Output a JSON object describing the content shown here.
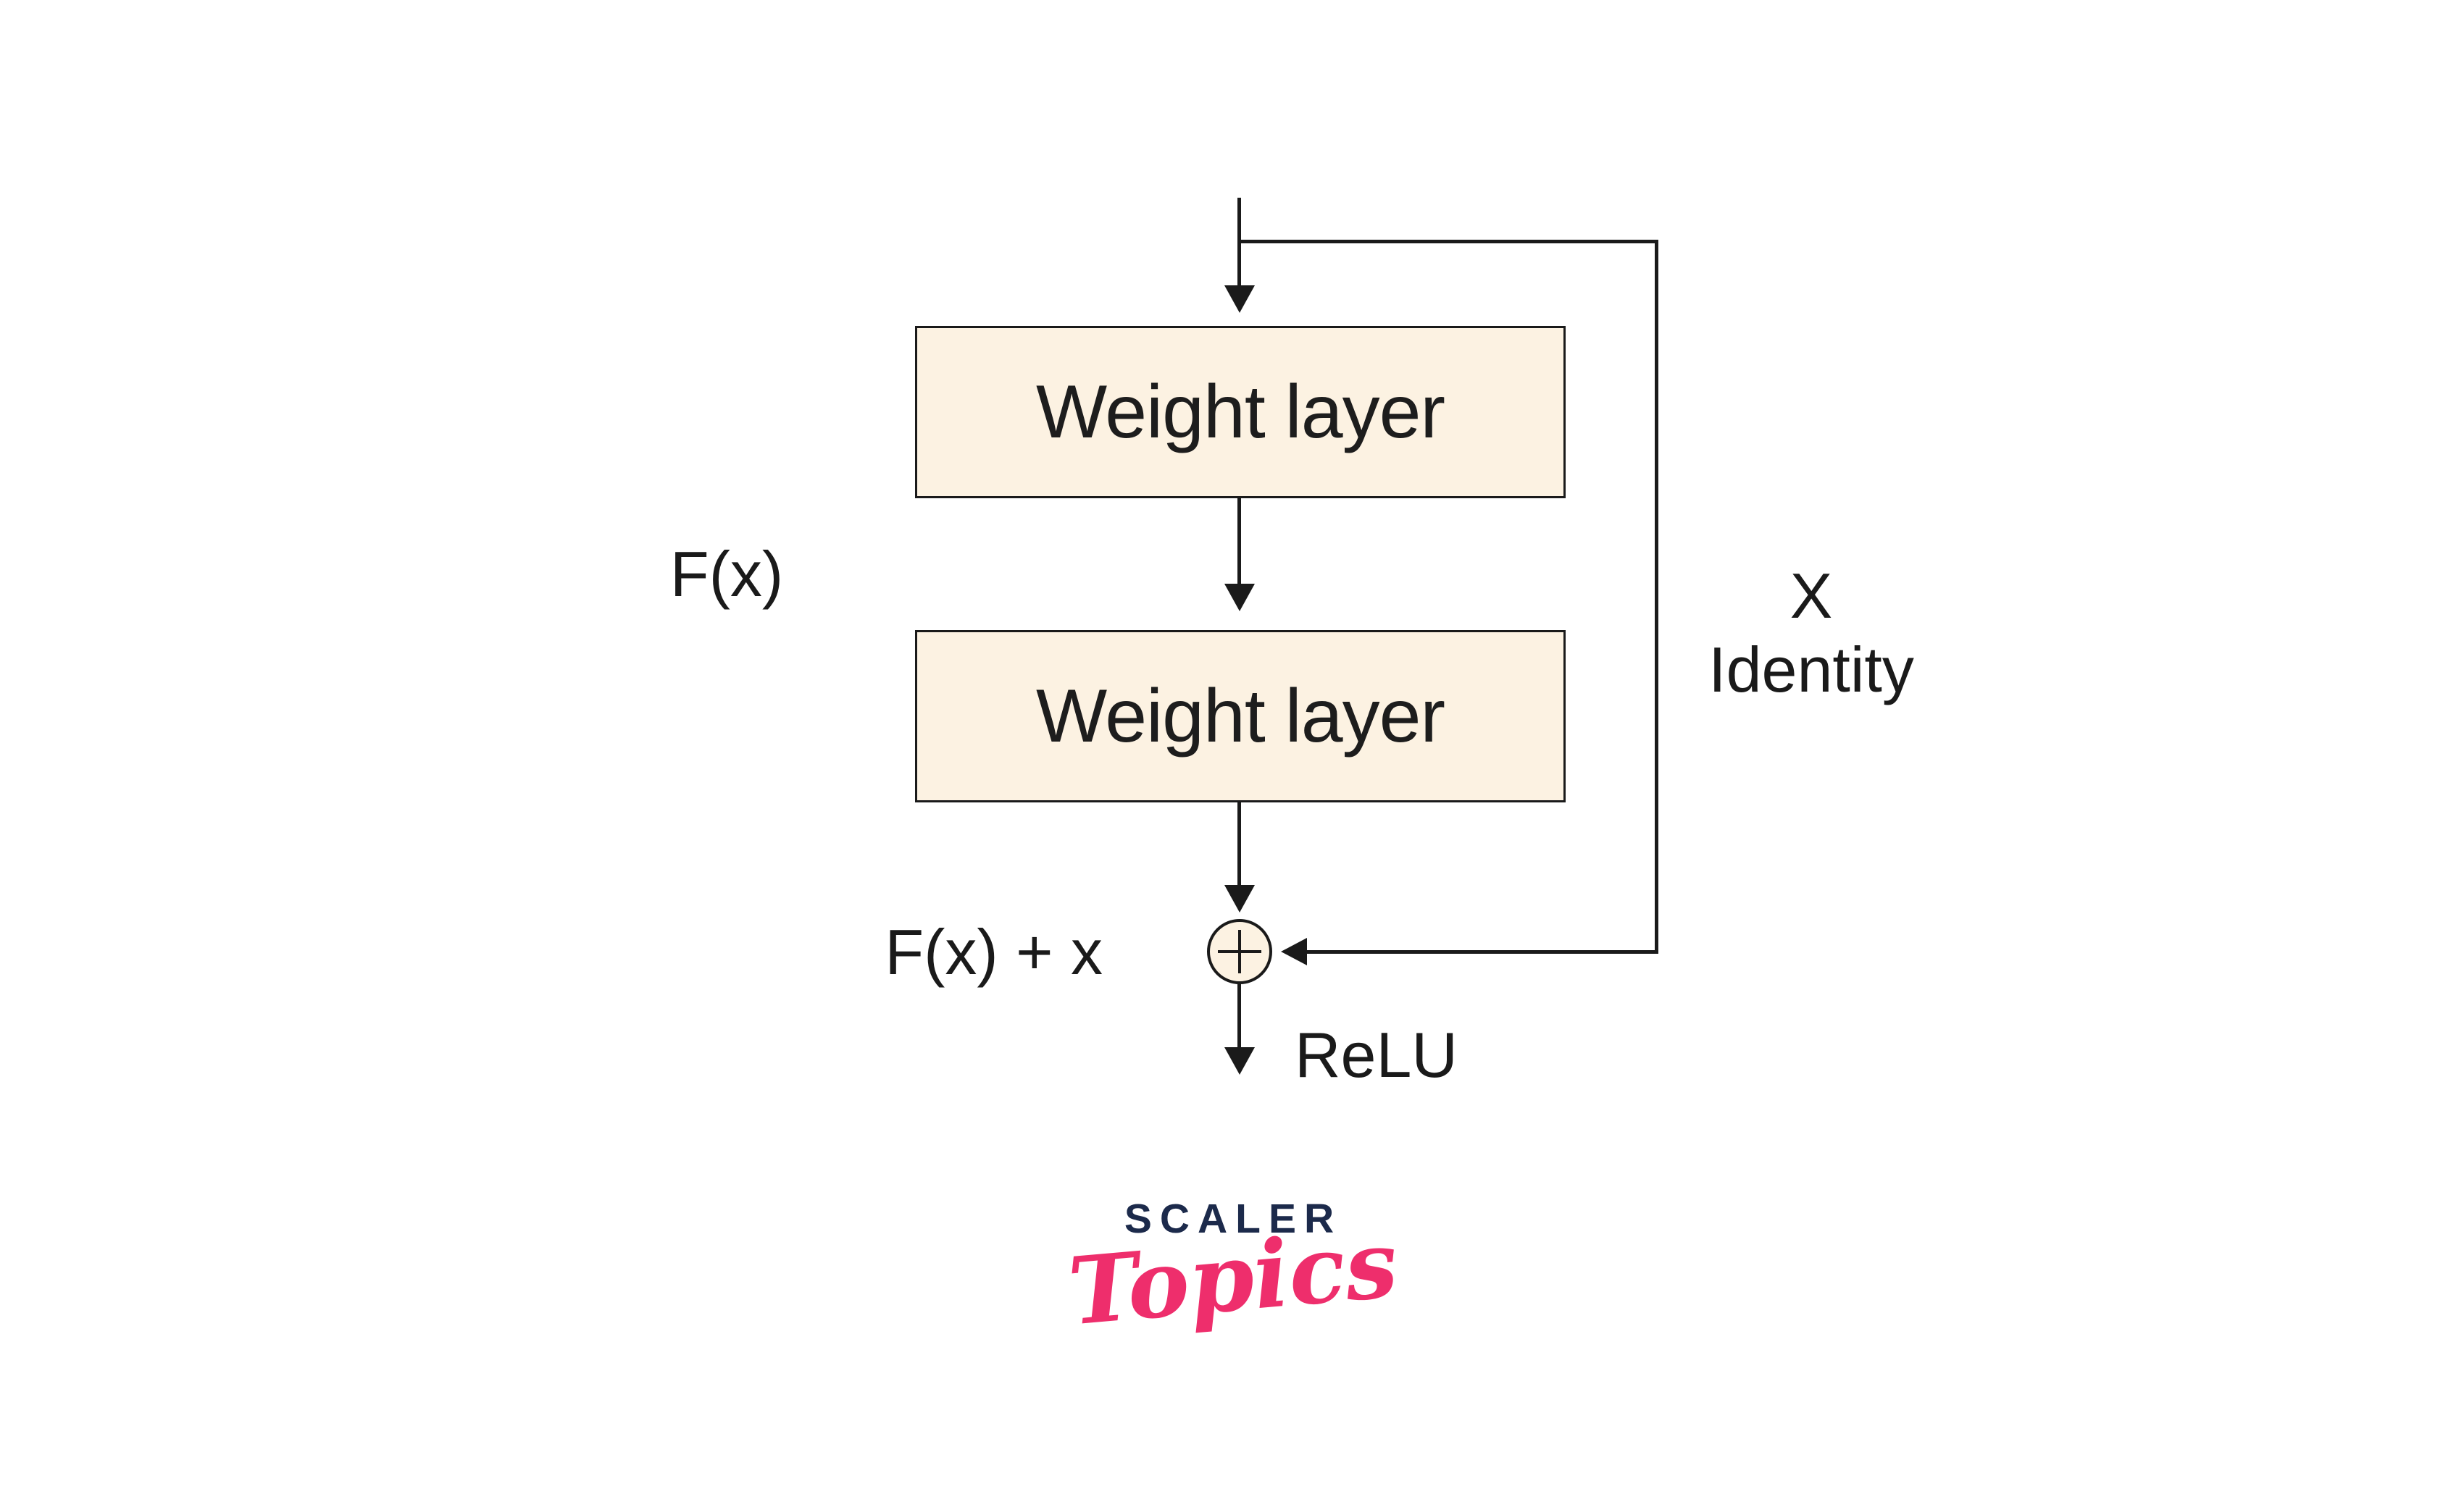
{
  "diagram": {
    "boxes": [
      {
        "label": "Weight layer"
      },
      {
        "label": "Weight layer"
      }
    ],
    "labels": {
      "fx": "F(x)",
      "fx_plus_x": "F(x) + x",
      "skip_x": "X",
      "skip_identity": "Identity",
      "relu": "ReLU",
      "sum": "+"
    },
    "colors": {
      "box_fill": "#FCF2E2",
      "line": "#1A1A1A",
      "logo_navy": "#1C2A4B",
      "logo_pink": "#EE2E6C"
    }
  },
  "logo": {
    "brand": "SCALER",
    "wordmark": "Topics"
  }
}
